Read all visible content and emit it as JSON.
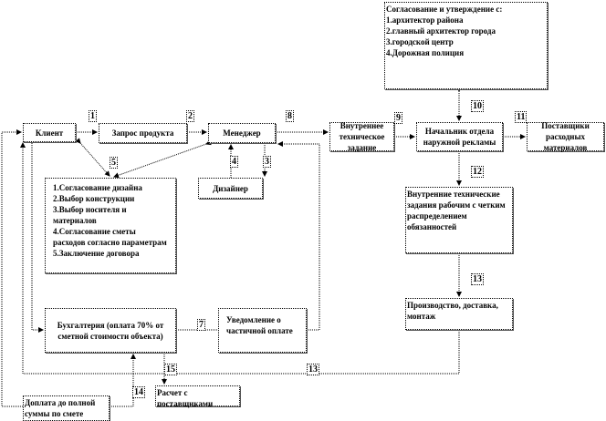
{
  "nodes": {
    "client": "Клиент",
    "request": "Запрос продукта",
    "manager": "Менеджер",
    "designer": "Дизайнер",
    "steps": [
      "1.Согласование дизайна",
      "2.Выбор конструкции",
      "3.Выбор носителя и материалов",
      "4.Согласование сметы расходов согласно параметрам",
      "5.Заключение договора"
    ],
    "tech_task": "Внутреннее техническое задание",
    "head": "Начальник отдела наружной рекламы",
    "suppliers": "Поставщики расходных материалов",
    "approval_title": "Согласование и утверждение с:",
    "approval_items": [
      "1.архитектор района",
      "2.главный архитектор города",
      "3.городской центр",
      "4.Дорожная полиция"
    ],
    "worker_tasks": "Внутренние технические задания рабочим с четким распределением обязанностей",
    "production": "Производство, доставка, монтаж",
    "accounting": "Бухгалтерия (оплата 70% от сметной стоимости объекта)",
    "notice": "Уведомление о частичной оплате",
    "settlement": "Расчет с поставщиками",
    "surcharge": "Доплата до полной суммы по смете"
  },
  "labels": [
    "1",
    "2",
    "8",
    "4",
    "3",
    "5",
    "9",
    "10",
    "11",
    "12",
    "13",
    "7",
    "15",
    "13",
    "14"
  ]
}
